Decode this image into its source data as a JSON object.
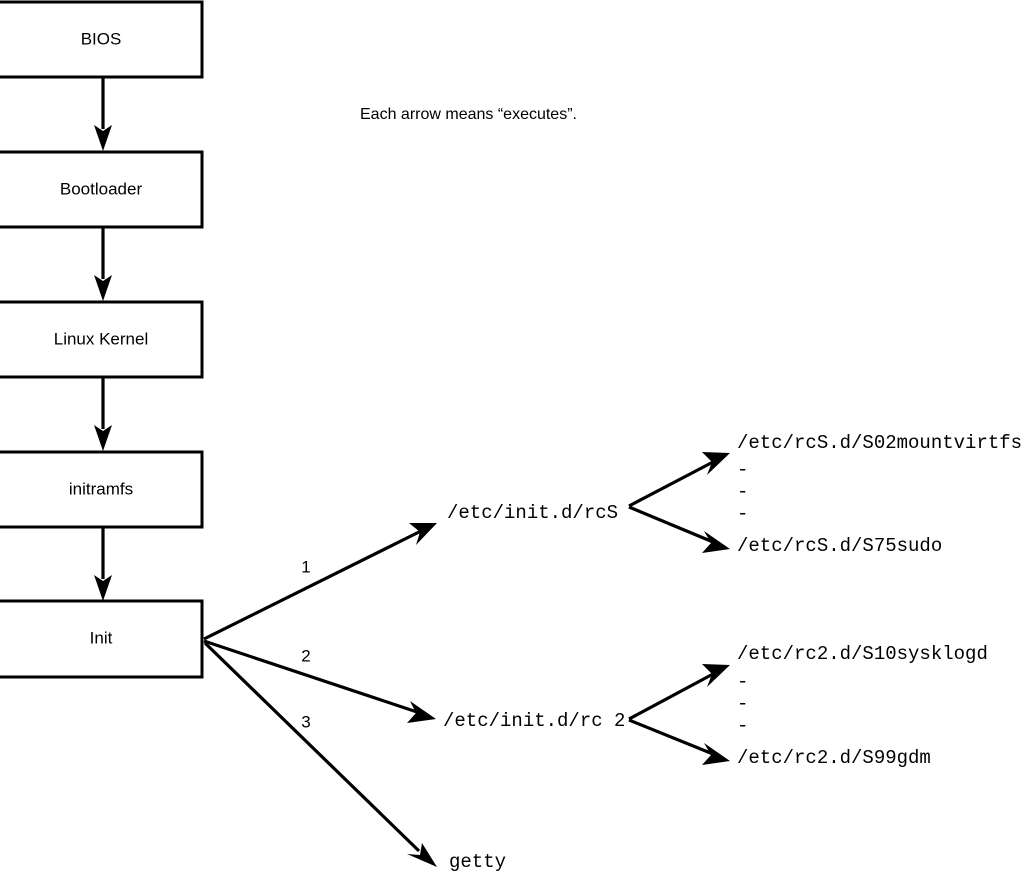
{
  "caption": {
    "text": "Each arrow means “executes”."
  },
  "boot_chain": {
    "boxes": [
      {
        "label": "BIOS"
      },
      {
        "label": "Bootloader"
      },
      {
        "label": "Linux Kernel"
      },
      {
        "label": "initramfs"
      },
      {
        "label": "Init"
      }
    ]
  },
  "init_branches": [
    {
      "number": "1",
      "target": "/etc/init.d/rcS"
    },
    {
      "number": "2",
      "target": "/etc/init.d/rc 2"
    },
    {
      "number": "3",
      "target": "getty"
    }
  ],
  "rcs_scripts": {
    "first": "/etc/rcS.d/S02mountvirtfs",
    "ellipsis": [
      "-",
      "-",
      "-"
    ],
    "last": "/etc/rcS.d/S75sudo"
  },
  "rc2_scripts": {
    "first": "/etc/rc2.d/S10sysklogd",
    "ellipsis": [
      "-",
      "-",
      "-"
    ],
    "last": "/etc/rc2.d/S99gdm"
  },
  "style": {
    "stroke": "#000000",
    "background": "#ffffff"
  }
}
